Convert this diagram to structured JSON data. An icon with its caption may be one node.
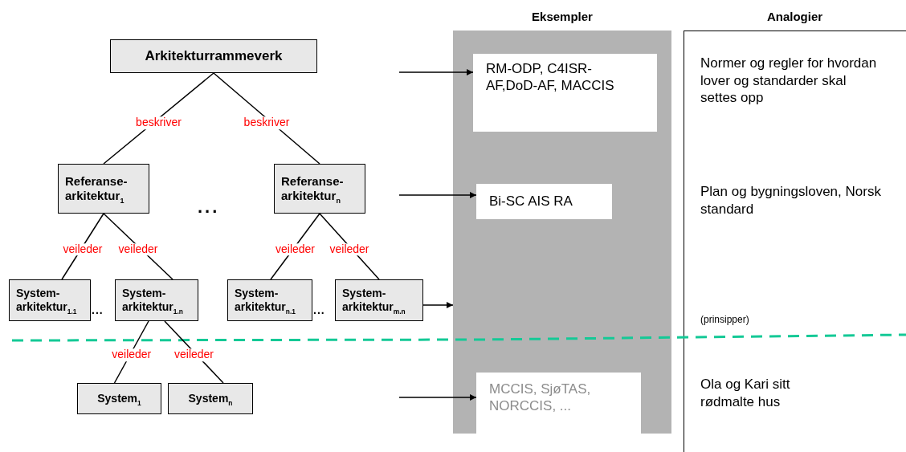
{
  "diagram": {
    "nodes": [
      {
        "text": [
          "Arkitekturrammeverk"
        ]
      },
      {
        "text": [
          "Referanse- arkitektur$_{1}$"
        ]
      },
      {
        "text": [
          "Referanse- arkitektur$_{n}$"
        ]
      },
      {
        "text": [
          "System- arkitektur$_{1.1}$"
        ]
      },
      {
        "text": [
          "System- arkitektur$_{1.n}$"
        ]
      },
      {
        "text": [
          "System- arkitektur$_{n.1}$"
        ]
      },
      {
        "text": [
          "System- arkitektur$_{m.n}$"
        ]
      },
      {
        "text": [
          "System$_{1}$"
        ]
      },
      {
        "text": [
          "System$_{n}$"
        ]
      },
      {
        "text": [
          "Eksempler"
        ]
      },
      {
        "text": [
          "RM-ODP, C4ISR-AF,DoD-AF, MACCIS"
        ],
        "in": 9
      },
      {
        "text": [
          "Bi-SC AIS RA"
        ],
        "in": 9
      },
      {
        "text": [
          "MCCIS, SjøTAS, NORCCIS, ..."
        ],
        "in": 9
      },
      {
        "text": [
          "Analogier"
        ]
      }
    ],
    "edges": [
      {
        "from": 0,
        "to": 1,
        "arrow": "none",
        "label": "beskriver"
      },
      {
        "from": 0,
        "to": 2,
        "arrow": "none",
        "label": "beskriver"
      },
      {
        "from": 1,
        "to": 3,
        "arrow": "none",
        "label": "veileder"
      },
      {
        "from": 1,
        "to": 4,
        "arrow": "none",
        "label": "veileder"
      },
      {
        "from": 2,
        "to": 5,
        "arrow": "none",
        "label": "veileder"
      },
      {
        "from": 2,
        "to": 6,
        "arrow": "none",
        "label": "veileder"
      },
      {
        "from": 4,
        "to": 7,
        "arrow": "none",
        "label": "veileder"
      },
      {
        "from": 4,
        "to": 8,
        "arrow": "none",
        "label": "veileder"
      },
      {
        "from": null,
        "to": 10,
        "arrow": "to"
      },
      {
        "from": null,
        "to": 11,
        "arrow": "to"
      },
      {
        "from": 6,
        "to": 9,
        "arrow": "to"
      },
      {
        "from": null,
        "to": 12,
        "arrow": "to"
      }
    ],
    "labels": [
      "Normer og regler for hvordan lover og standarder skal settes opp",
      "...",
      "Plan og bygningsloven, Norsk standard",
      "...",
      "...",
      "(prinsipper)",
      "Ola og Kari sitt rødmalte hus"
    ]
  }
}
